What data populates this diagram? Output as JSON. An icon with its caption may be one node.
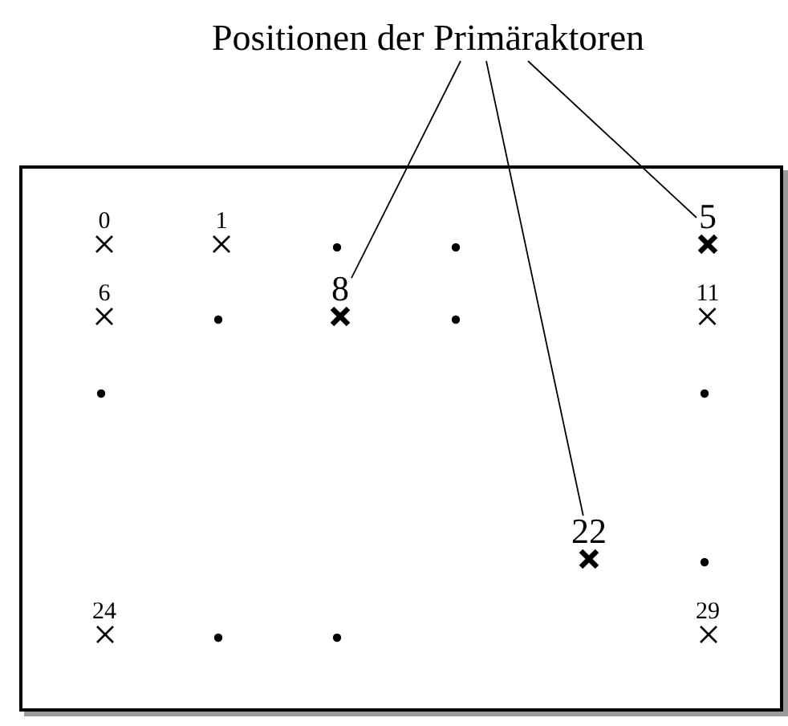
{
  "diagram": {
    "nodes": [
      {
        "text": [
          "Positionen der Primäraktoren"
        ]
      },
      {
        "text": [],
        "shape": "box"
      },
      {
        "text": [
          "0"
        ],
        "in": 1
      },
      {
        "text": [
          "1"
        ],
        "in": 1
      },
      {
        "text": [
          "5"
        ],
        "in": 1
      },
      {
        "text": [
          "6"
        ],
        "in": 1
      },
      {
        "text": [
          "8"
        ],
        "in": 1
      },
      {
        "text": [
          "11"
        ],
        "in": 1
      },
      {
        "text": [
          "22"
        ],
        "in": 1
      },
      {
        "text": [
          "24"
        ],
        "in": 1
      },
      {
        "text": [
          "29"
        ],
        "in": 1
      }
    ],
    "edges": [
      {
        "from": 0,
        "to": 6,
        "arrow": "none"
      },
      {
        "from": 0,
        "to": 8,
        "arrow": "none"
      },
      {
        "from": 0,
        "to": 4,
        "arrow": "none"
      }
    ]
  }
}
